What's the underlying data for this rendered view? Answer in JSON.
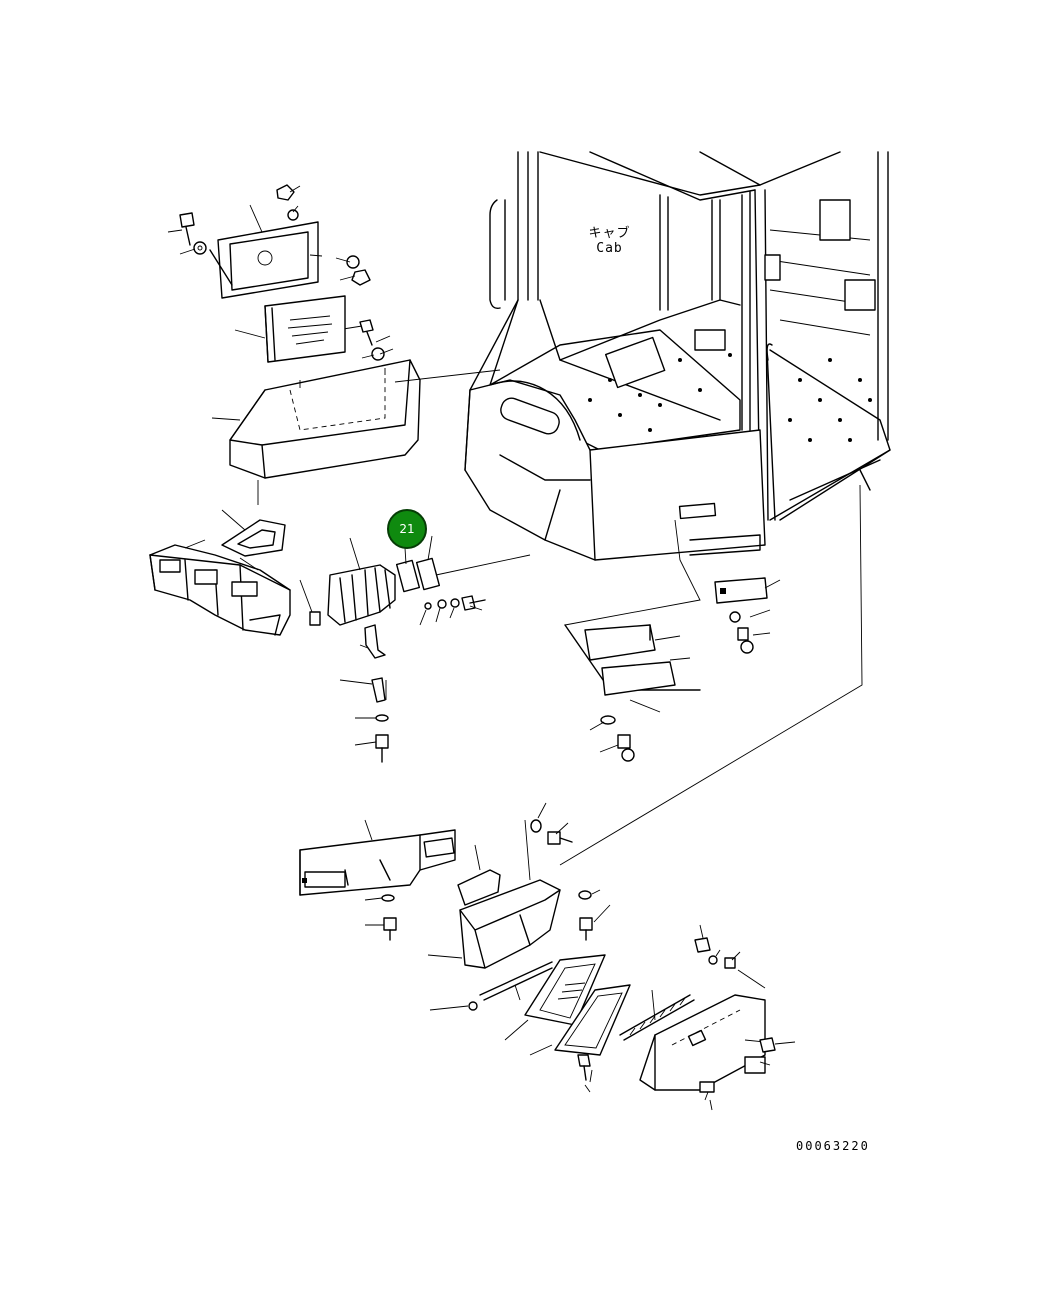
{
  "cab_label": {
    "japanese": "キャブ",
    "english": "Cab"
  },
  "callout": {
    "number": "21",
    "color": "#0f8a0f"
  },
  "drawing_number": "00063220"
}
